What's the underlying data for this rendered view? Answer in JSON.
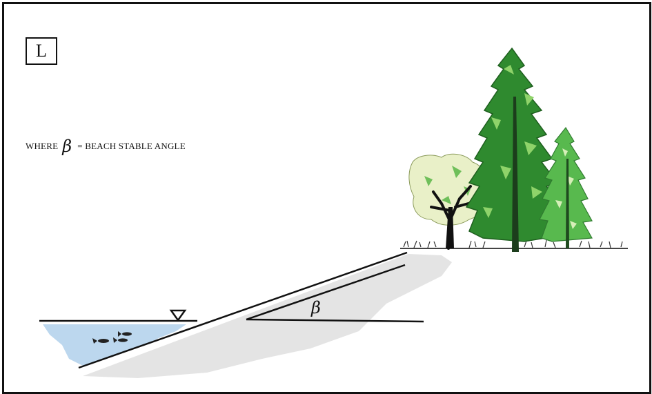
{
  "panel": {
    "label": "L"
  },
  "legend": {
    "prefix": "WHERE",
    "symbol": "β",
    "definition": "= BEACH STABLE ANGLE"
  },
  "diagram": {
    "angle_symbol": "β",
    "water_level_marker": "triangle-down-icon"
  },
  "colors": {
    "frame": "#111111",
    "water": "#bcd7ee",
    "sand_shadow": "#e3e3e3",
    "tree_dark_green": "#2f8a2f",
    "tree_light_green": "#58b94e",
    "tree_pale": "#e8efc6",
    "ground": "#6b6b6b"
  }
}
